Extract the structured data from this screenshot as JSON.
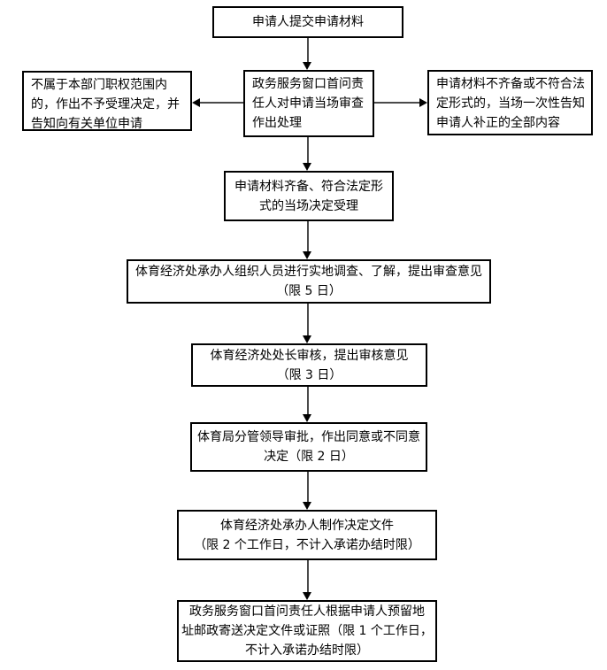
{
  "flowchart": {
    "nodes": {
      "submit": {
        "label": "申请人提交申请材料"
      },
      "window_review": {
        "label": "政务服务窗口首问责\n任人对申请当场审查\n作出处理"
      },
      "reject_out_of_scope": {
        "label": "不属于本部门职权范围内\n的，作出不予受理决定，并\n告知向有关单位申请"
      },
      "supplement_notice": {
        "label": "申请材料不齐备或不符合法\n定形式的，当场一次性告知\n申请人补正的全部内容"
      },
      "accept_on_spot": {
        "label": "申请材料齐备、符合法定形\n式的当场决定受理"
      },
      "site_investigation": {
        "label": "体育经济处承办人组织人员进行实地调查、了解，提出审查意见\n（限 5 日）"
      },
      "chief_review": {
        "label": "体育经济处处长审核，提出审核意见\n（限 3 日）"
      },
      "leader_approval": {
        "label": "体育局分管领导审批，作出同意或不同意\n决定（限 2 日）"
      },
      "decision_document": {
        "label": "体育经济处承办人制作决定文件\n（限 2 个工作日，不计入承诺办结时限）"
      },
      "mail_delivery": {
        "label": "政务服务窗口首问责任人根据申请人预留地\n址邮政寄送决定文件或证照（限 1 个工作日，\n不计入承诺办结时限）"
      }
    },
    "colors": {
      "background": "#ffffff",
      "box_border": "#000000",
      "text": "#000000",
      "arrow_line": "#4a4a4a",
      "arrow_head": "#000000"
    }
  }
}
